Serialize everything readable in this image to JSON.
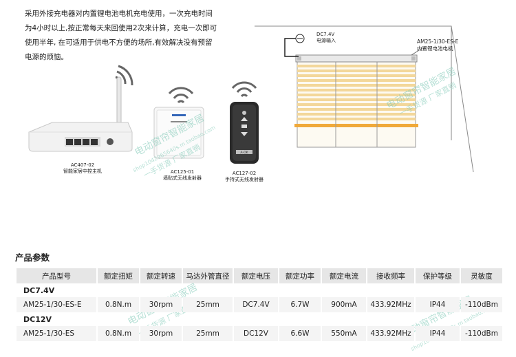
{
  "intro_lines": [
    "采用外接充电器对内置锂电池电机充电使用，一次充电时间",
    "为4小时以上,按正常每天来回使用2次来计算，充电一次即可",
    "使用半年, 在可适用于供电不方便的场所,有效解决没有预留",
    "电源的烦恼。"
  ],
  "devices": [
    {
      "model": "AC407-02",
      "desc": "智能家居中控主机",
      "icon": "wifi-router-icon"
    },
    {
      "model": "AC125-01",
      "desc": "墙贴式无线发射器",
      "icon": "wall-transmitter-icon"
    },
    {
      "model": "AC127-02",
      "desc": "手持式无线发射器",
      "icon": "remote-control-icon",
      "brand": "A-OK"
    }
  ],
  "diagram": {
    "power_label_1": "DC7.4V",
    "power_label_2": "电源输入",
    "motor_label_1": "AM25-1/30-ES-E",
    "motor_label_2": "内置锂电池电机"
  },
  "watermarks": [
    "电动窗帘智能家居",
    "shop1042965640s.m.taobao.com",
    "一手货源 厂家直销"
  ],
  "section_title": "产品参数",
  "table": {
    "headers": [
      "产品型号",
      "额定扭矩",
      "额定转速",
      "马达外管直径",
      "额定电压",
      "额定功率",
      "额定电流",
      "接收频率",
      "保护等级",
      "灵敏度"
    ],
    "groups": [
      {
        "name": "DC7.4V",
        "row": [
          "AM25-1/30-ES-E",
          "0.8N.m",
          "30rpm",
          "25mm",
          "DC7.4V",
          "6.7W",
          "900mA",
          "433.92MHz",
          "IP44",
          "-110dBm"
        ]
      },
      {
        "name": "DC12V",
        "row": [
          "AM25-1/30-ES",
          "0.8N.m",
          "30rpm",
          "25mm",
          "DC12V",
          "6.6W",
          "550mA",
          "433.92MHz",
          "IP44",
          "-110dBm"
        ]
      }
    ]
  },
  "colors": {
    "accent": "#f0a93a",
    "blind": "#f3d79a",
    "watermark": "#7ec8b5"
  }
}
